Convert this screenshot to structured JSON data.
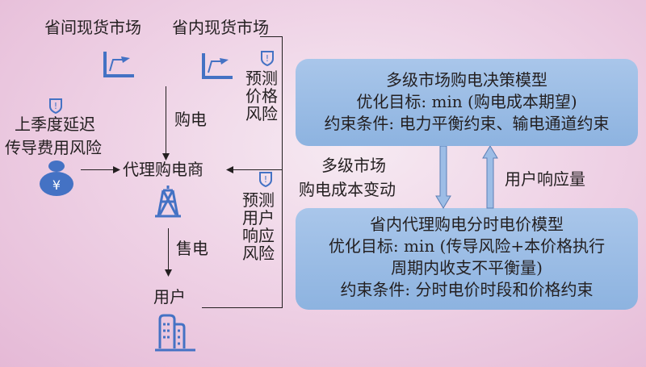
{
  "markets": {
    "inter_province": "省间现货市场",
    "intra_province": "省内现货市场"
  },
  "labels": {
    "buy": "购电",
    "sell": "售电",
    "agent": "代理购电商",
    "user": "用户",
    "price_risk": [
      "预测",
      "价格",
      "风险"
    ],
    "response_risk": [
      "预测",
      "用户",
      "响应",
      "风险"
    ],
    "delay_risk": [
      "上季度延迟",
      "传导费用风险"
    ],
    "cost_change": [
      "多级市场",
      "购电成本变动"
    ],
    "response_volume": "用户响应量"
  },
  "box1": {
    "title": "多级市场购电决策模型",
    "objective": "优化目标: min (购电成本期望)",
    "constraint": "约束条件: 电力平衡约束、输电通道约束"
  },
  "box2": {
    "title": "省内代理购电分时电价模型",
    "objective1": "优化目标: min (传导风险+本价格执行",
    "objective2": "周期内收支不平衡量)",
    "constraint": "约束条件: 分时电价时段和价格约束"
  },
  "colors": {
    "icon": "#4472c4",
    "box": "#9dbde6"
  }
}
